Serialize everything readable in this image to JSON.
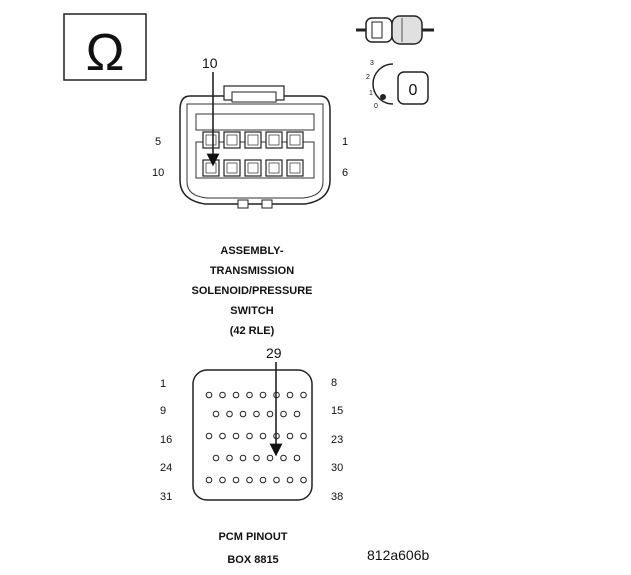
{
  "ohm_symbol": "Ω",
  "connector_view_legend": {
    "positions": [
      "3",
      "2",
      "1",
      "0"
    ],
    "probe_label": "0"
  },
  "solenoid_connector": {
    "callout": "10",
    "pin_labels": {
      "top_left": "5",
      "top_right": "1",
      "bottom_left": "10",
      "bottom_right": "6"
    },
    "caption": [
      "ASSEMBLY-",
      "TRANSMISSION",
      "SOLENOID/PRESSURE",
      "SWITCH",
      "(42 RLE)"
    ]
  },
  "pcm_connector": {
    "callout": "29",
    "row_labels_left": [
      "1",
      "9",
      "16",
      "24",
      "31"
    ],
    "row_labels_right": [
      "8",
      "15",
      "23",
      "30",
      "38"
    ],
    "caption": [
      "PCM PINOUT",
      "BOX 8815"
    ]
  },
  "figure_id": "812a606b"
}
